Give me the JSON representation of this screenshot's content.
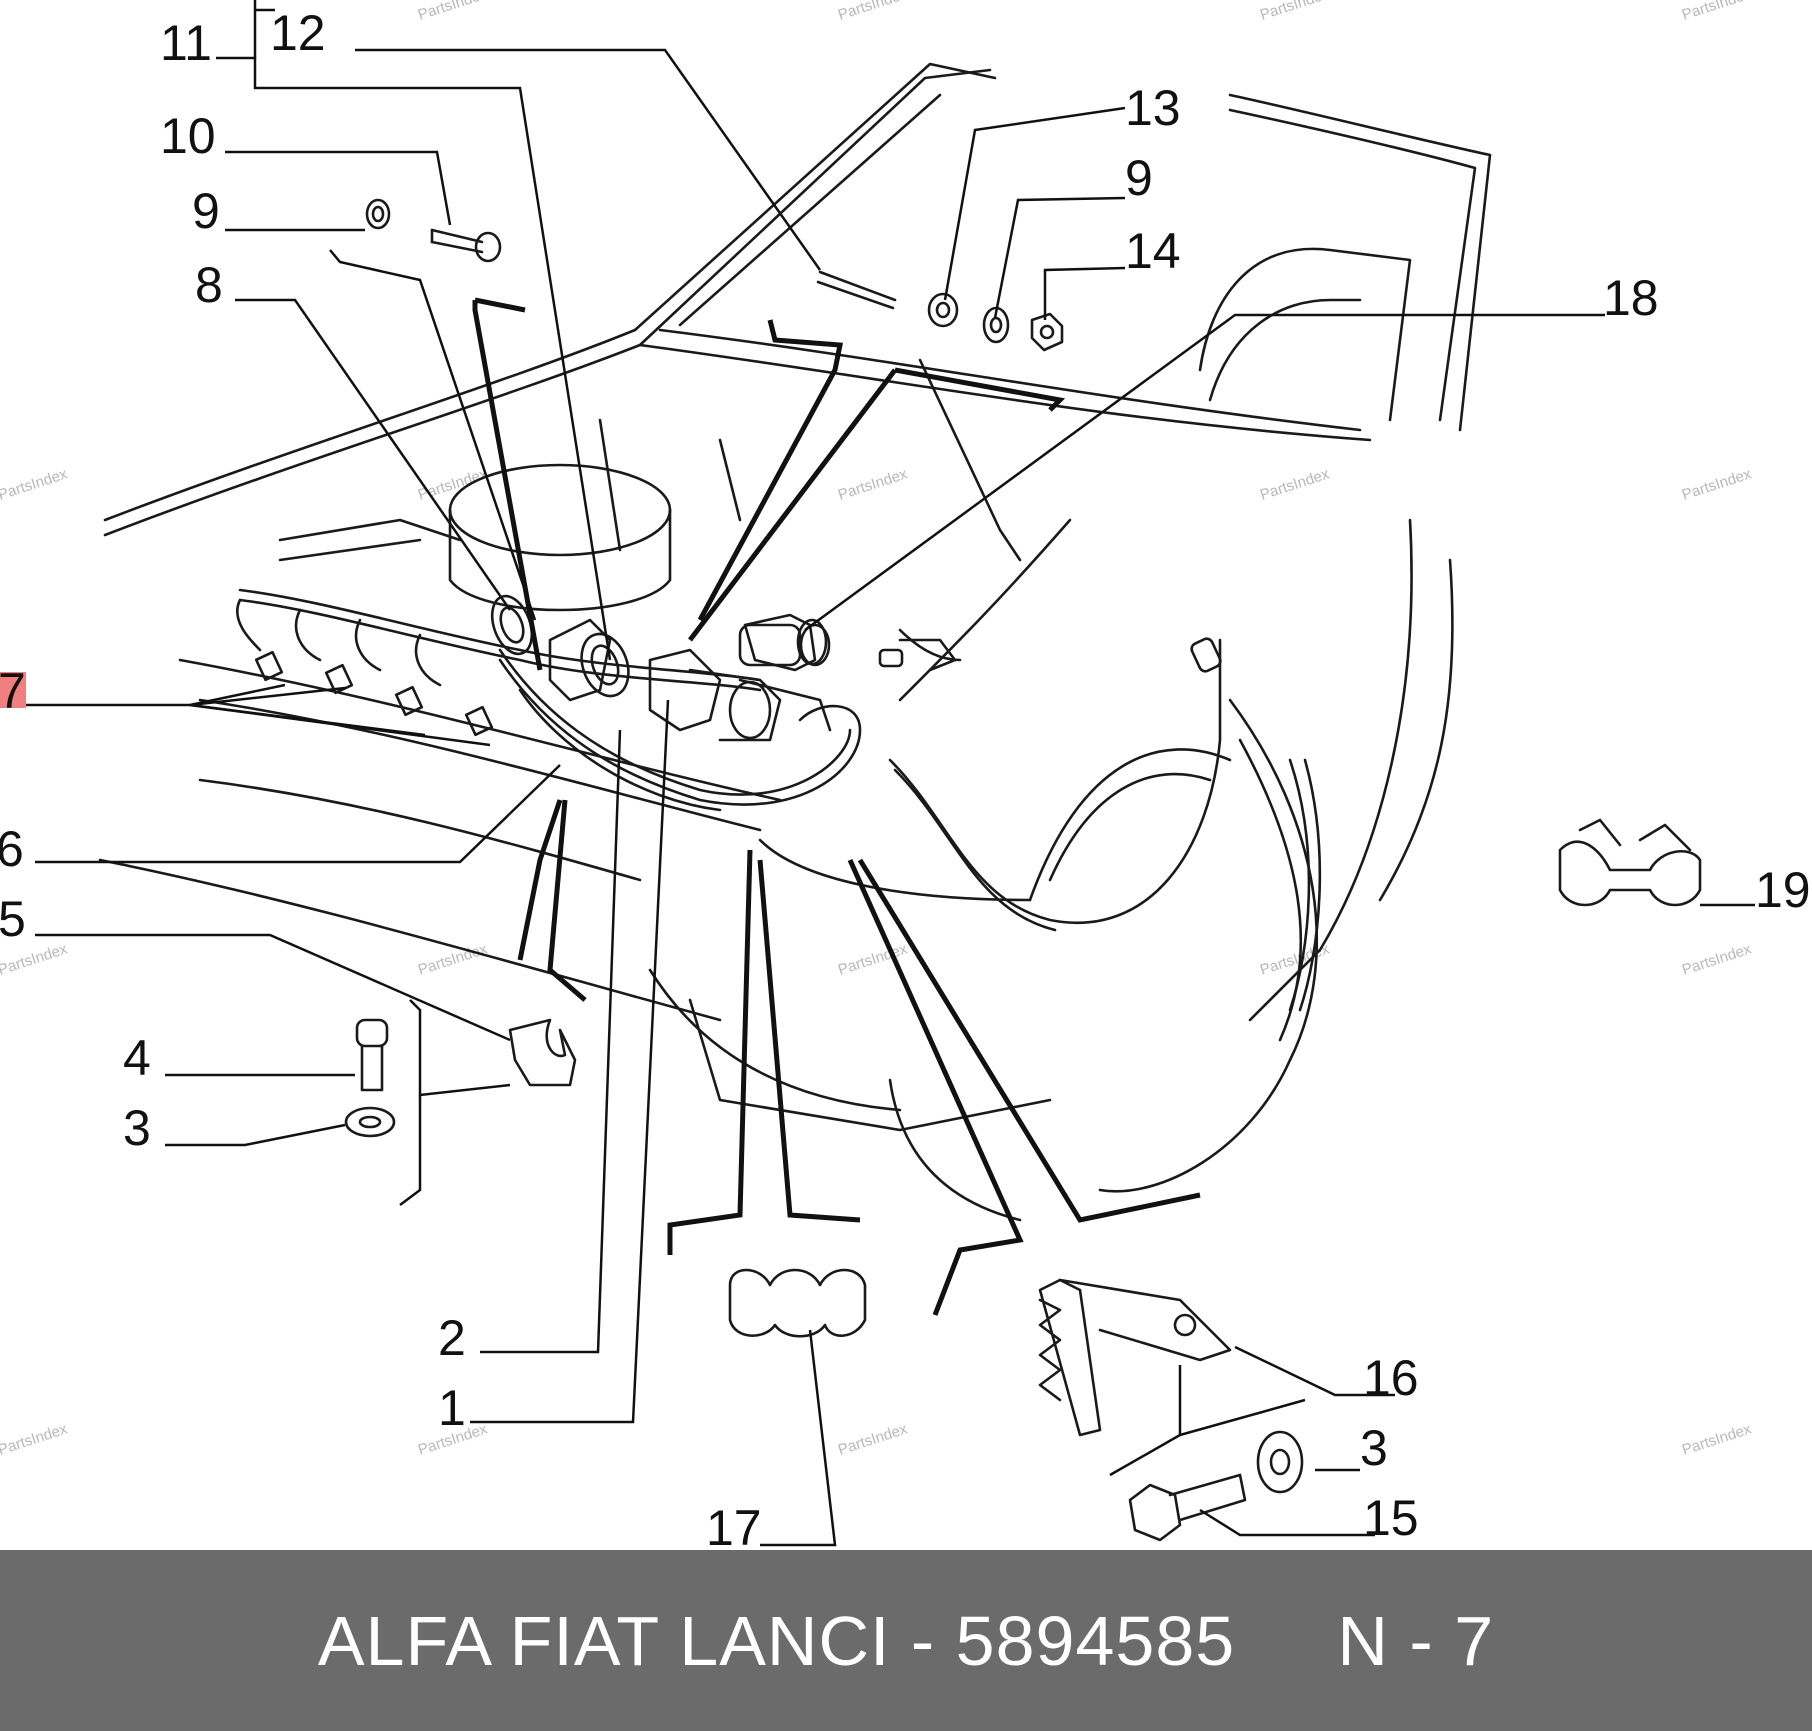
{
  "watermark": "PartsIndex",
  "callouts": [
    "11",
    "12",
    "10",
    "9",
    "8",
    "13",
    "9",
    "14",
    "18",
    "7",
    "6",
    "5",
    "4",
    "3",
    "19",
    "2",
    "1",
    "17",
    "16",
    "3",
    "15"
  ],
  "footer": {
    "text": "ALFA FIAT LANCI - 5894585     N - 7",
    "background": "#6b6b6b",
    "color": "#ffffff"
  },
  "highlight_color": "#f08080"
}
